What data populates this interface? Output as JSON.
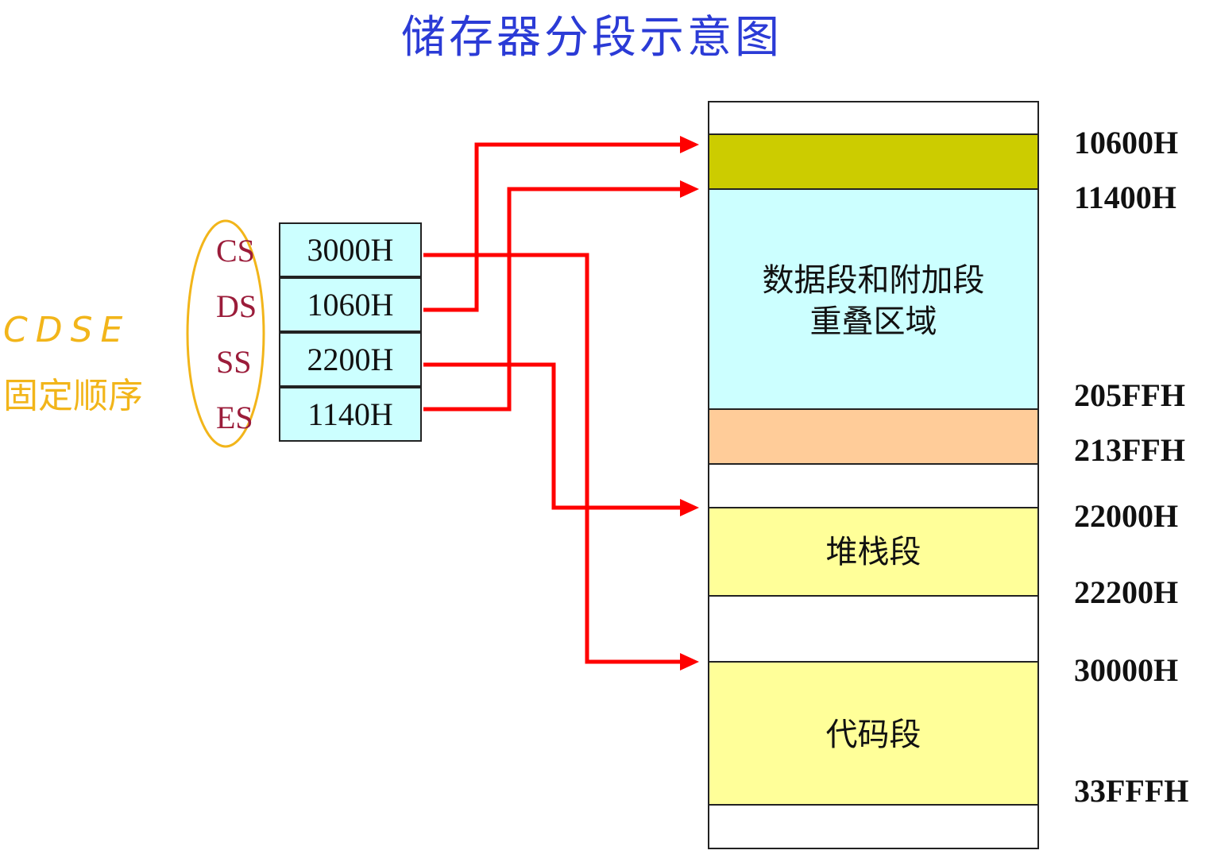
{
  "title": "储存器分段示意图",
  "note": {
    "line1": "CDSE",
    "line2": "固定顺序"
  },
  "registers": [
    {
      "name": "CS",
      "value": "3000H"
    },
    {
      "name": "DS",
      "value": "1060H"
    },
    {
      "name": "SS",
      "value": "2200H"
    },
    {
      "name": "ES",
      "value": "1140H"
    }
  ],
  "segments": {
    "overlap_line1": "数据段和附加段",
    "overlap_line2": "重叠区域",
    "stack": "堆栈段",
    "code": "代码段"
  },
  "addresses": [
    "10600H",
    "11400H",
    "205FFH",
    "213FFH",
    "22000H",
    "22200H",
    "30000H",
    "33FFFH"
  ],
  "colors": {
    "title": "#2b3bd6",
    "register_name": "#9b1c3a",
    "register_box": "#ccffff",
    "olive_region": "#cccc00",
    "overlap_region": "#ccffff",
    "peach_region": "#ffcc99",
    "segment_yellow": "#ffff99",
    "arrow": "#ff0000",
    "annotation": "#f2b51a"
  }
}
